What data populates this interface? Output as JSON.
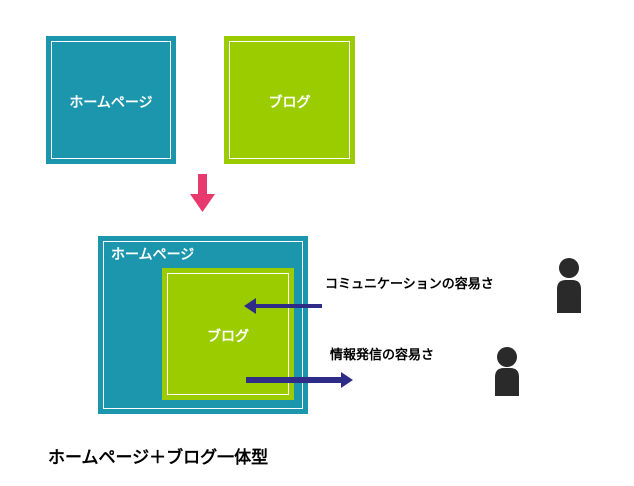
{
  "colors": {
    "teal": "#1b96ad",
    "green": "#9acc00",
    "arrow_down": "#e8396f",
    "arrow_navy": "#2e2c86",
    "person": "#2a2a2a"
  },
  "top": {
    "homepage_label": "ホームページ",
    "blog_label": "ブログ"
  },
  "combined": {
    "homepage_label": "ホームページ",
    "blog_label": "ブログ"
  },
  "annotations": {
    "communication": "コミュニケーションの容易さ",
    "information": "情報発信の容易さ"
  },
  "icons": [
    "arrow-down-icon",
    "arrow-left-icon",
    "arrow-right-icon",
    "person-icon"
  ],
  "caption": "ホームページ＋ブログ一体型"
}
